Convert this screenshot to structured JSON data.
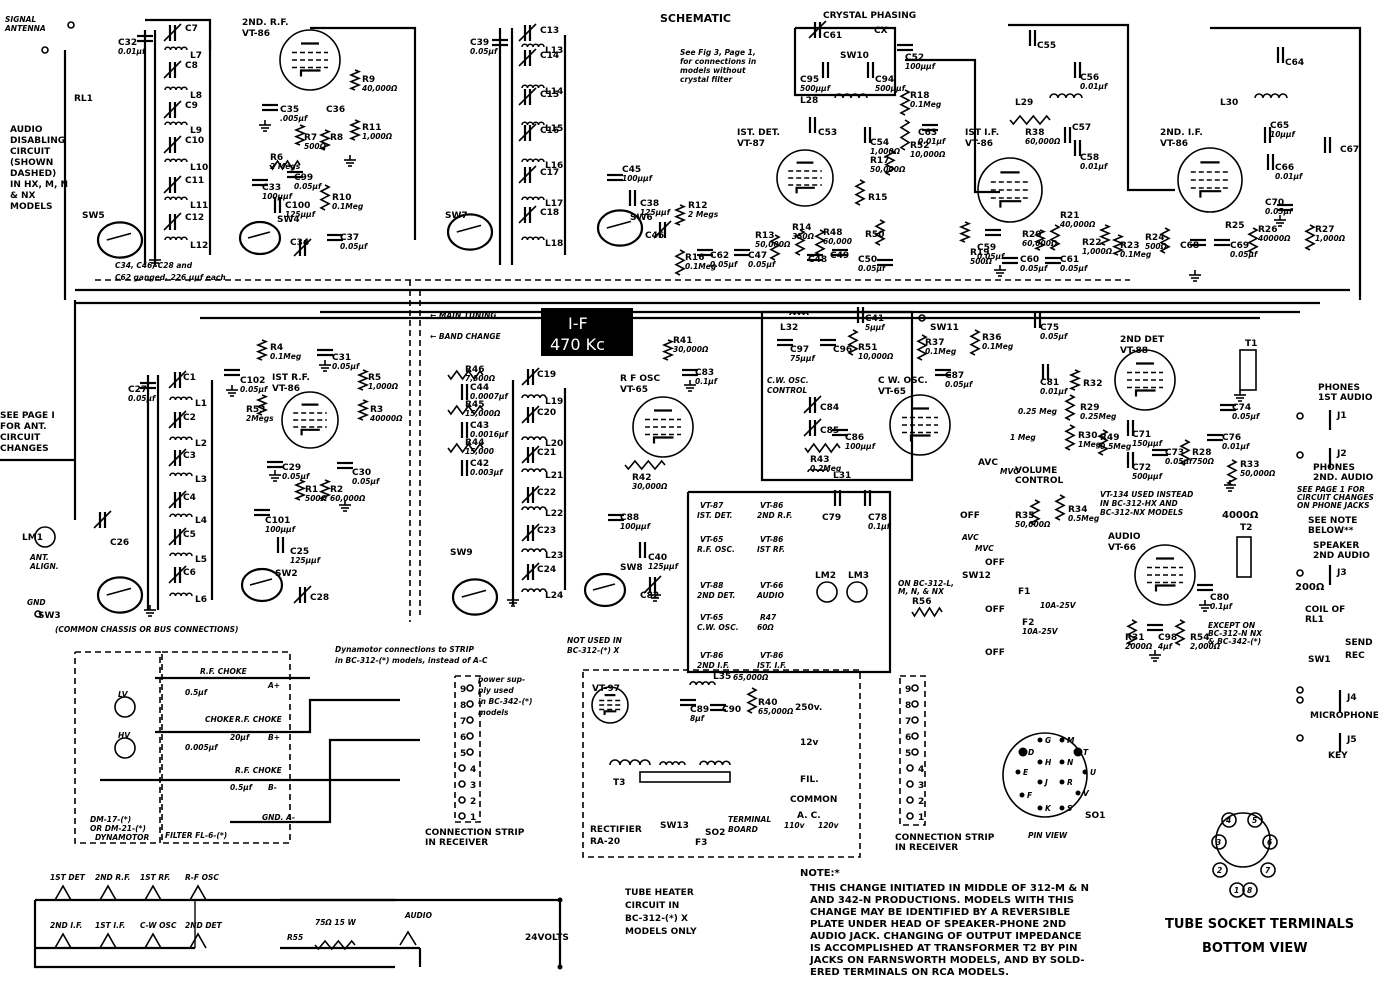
{
  "title": "SCHEMATIC",
  "if_badge": {
    "line1": "I-F",
    "line2": "470 Kc"
  },
  "notes": {
    "antenna": "SIGNAL ANTENNA",
    "audio_disabling": [
      "AUDIO",
      "DISABLING",
      "CIRCUIT",
      "(SHOWN",
      "DASHED)",
      "IN HX, M, N",
      "& NX",
      "MODELS"
    ],
    "ganged": [
      "C34, C46, C28 and",
      "C62 ganged, 226 μμf each"
    ],
    "see_page1_ant": [
      "SEE PAGE I",
      "FOR ANT.",
      "CIRCUIT",
      "CHANGES"
    ],
    "crystal_filter": [
      "See Fig 3, Page 1,",
      "for connections in",
      "models without",
      "crystal filter"
    ],
    "crystal_phasing": "CRYSTAL PHASING",
    "main_tuning": "MAIN TUNING",
    "band_change": "BAND CHANGE",
    "common_chassis": "(COMMON CHASSIS OR BUS CONNECTIONS)",
    "gnd": "GND",
    "ant_align": [
      "ANT.",
      "ALIGN."
    ],
    "not_used": [
      "NOT USED IN",
      "BC-312-(*) X"
    ],
    "dynamotor": [
      "Dynamotor connections to STRIP",
      "in BC-312-(*) models, instead of A-C"
    ],
    "power_supply": [
      "power sup-",
      "ply used",
      "in BC-342-(*)",
      "models"
    ],
    "connection_strip": [
      "CONNECTION STRIP",
      "IN RECEIVER"
    ],
    "pin_view": "PIN VIEW",
    "vt134": [
      "VT-134 USED INSTEAD",
      "IN BC-312-HX AND",
      "BC-312-NX MODELS"
    ],
    "see_page1_phones": [
      "SEE PAGE 1 FOR",
      "CIRCUIT CHANGES",
      "ON PHONE JACKS"
    ],
    "see_note": [
      "SEE NOTE",
      "BELOW**"
    ],
    "except_on": [
      "EXCEPT ON",
      "BC-312-N NX",
      "& BC-342-(*)"
    ],
    "on_bc312": [
      "ON BC-312-L,",
      "M, N, & NX"
    ],
    "volume_control": [
      "VOLUME",
      "CONTROL"
    ],
    "cw_control": [
      "C.W. OSC.",
      "CONTROL"
    ],
    "dm": [
      "DM-17-(*)",
      "OR DM-21-(*)"
    ],
    "dynamotor_label": "DYNAMOTOR",
    "filter_label": "FILTER   FL-6-(*)",
    "rectifier": [
      "RECTIFIER",
      "RA-20"
    ],
    "terminal_board": [
      "TERMINAL",
      "BOARD"
    ],
    "common": "COMMON",
    "fil": "FIL.",
    "v250": "250v.",
    "v12": "12v",
    "ac": "A. C.",
    "v110": "110v",
    "v120": "120v"
  },
  "tubes": [
    {
      "id": "2nd-rf",
      "name": "2ND. R.F.",
      "type": "VT-86"
    },
    {
      "id": "1st-det",
      "name": "IST. DET.",
      "type": "VT-87"
    },
    {
      "id": "1st-if",
      "name": "IST I.F.",
      "type": "VT-86"
    },
    {
      "id": "2nd-if",
      "name": "2ND. I.F.",
      "type": "VT-86"
    },
    {
      "id": "1st-rf",
      "name": "IST R.F.",
      "type": "VT-86"
    },
    {
      "id": "rf-osc",
      "name": "R F OSC",
      "type": "VT-65"
    },
    {
      "id": "cw-osc",
      "name": "C W. OSC.",
      "type": "VT-65"
    },
    {
      "id": "2nd-det",
      "name": "2ND DET",
      "type": "VT-88"
    },
    {
      "id": "audio",
      "name": "AUDIO",
      "type": "VT-66"
    },
    {
      "id": "rect",
      "name": "",
      "type": "VT-97"
    }
  ],
  "heater_chain": {
    "rows": [
      [
        {
          "label": "VT-87",
          "sub": "IST. DET."
        },
        {
          "label": "VT-86",
          "sub": "2ND R.F."
        }
      ],
      [
        {
          "label": "VT-65",
          "sub": "R.F. OSC."
        },
        {
          "label": "VT-86",
          "sub": "IST RF."
        }
      ],
      [
        {
          "label": "VT-88",
          "sub": "2ND DET."
        },
        {
          "label": "VT-66",
          "sub": "AUDIO"
        }
      ],
      [
        {
          "label": "VT-65",
          "sub": "C.W. OSC."
        },
        {
          "label": "R47",
          "sub": "60Ω"
        }
      ],
      [
        {
          "label": "VT-86",
          "sub": "2ND I.F."
        },
        {
          "label": "VT-86",
          "sub": "IST. I.F."
        }
      ]
    ]
  },
  "components": [
    {
      "ref": "C32",
      "value": "0.01μf"
    },
    {
      "ref": "C7"
    },
    {
      "ref": "L7"
    },
    {
      "ref": "C8"
    },
    {
      "ref": "L8"
    },
    {
      "ref": "C9"
    },
    {
      "ref": "L9"
    },
    {
      "ref": "C10"
    },
    {
      "ref": "L10"
    },
    {
      "ref": "C11"
    },
    {
      "ref": "L11"
    },
    {
      "ref": "C12"
    },
    {
      "ref": "L12"
    },
    {
      "ref": "RL1"
    },
    {
      "ref": "SW5"
    },
    {
      "ref": "SW4"
    },
    {
      "ref": "C35",
      "value": ".005μf"
    },
    {
      "ref": "C36"
    },
    {
      "ref": "R7",
      "value": "500Ω"
    },
    {
      "ref": "R8"
    },
    {
      "ref": "R9",
      "value": "40,000Ω"
    },
    {
      "ref": "R11",
      "value": "1,000Ω"
    },
    {
      "ref": "R6",
      "value": "2 Megs"
    },
    {
      "ref": "C99",
      "value": "0.05μf"
    },
    {
      "ref": "C33",
      "value": "100μμf"
    },
    {
      "ref": "C100",
      "value": "125μμf"
    },
    {
      "ref": "R10",
      "value": "0.1Meg"
    },
    {
      "ref": "C34"
    },
    {
      "ref": "C37",
      "value": "0.05μf"
    },
    {
      "ref": "C39",
      "value": "0.05μf"
    },
    {
      "ref": "C13"
    },
    {
      "ref": "L13"
    },
    {
      "ref": "C14"
    },
    {
      "ref": "L14"
    },
    {
      "ref": "C15"
    },
    {
      "ref": "L15"
    },
    {
      "ref": "C16"
    },
    {
      "ref": "L16"
    },
    {
      "ref": "C17"
    },
    {
      "ref": "L17"
    },
    {
      "ref": "C18"
    },
    {
      "ref": "L18"
    },
    {
      "ref": "SW7"
    },
    {
      "ref": "SW6"
    },
    {
      "ref": "C45",
      "value": "100μμf"
    },
    {
      "ref": "C38",
      "value": "125μμf"
    },
    {
      "ref": "C46"
    },
    {
      "ref": "R12",
      "value": "2 Megs"
    },
    {
      "ref": "R16",
      "value": "0.1Meg"
    },
    {
      "ref": "C62",
      "value": "0.05μf"
    },
    {
      "ref": "C47",
      "value": "0.05μf"
    },
    {
      "ref": "R13",
      "value": "50,000Ω"
    },
    {
      "ref": "R14",
      "value": "350Ω"
    },
    {
      "ref": "C48"
    },
    {
      "ref": "R48",
      "value": "60,000"
    },
    {
      "ref": "C49"
    },
    {
      "ref": "R15"
    },
    {
      "ref": "R50"
    },
    {
      "ref": "C50",
      "value": "0.05μf"
    },
    {
      "ref": "R17",
      "value": "50,000Ω"
    },
    {
      "ref": "C53"
    },
    {
      "ref": "C54",
      "value": "1,000Ω"
    },
    {
      "ref": "C61"
    },
    {
      "ref": "CX"
    },
    {
      "ref": "SW10"
    },
    {
      "ref": "C95",
      "value": "500μμf"
    },
    {
      "ref": "C94",
      "value": "500μμf"
    },
    {
      "ref": "L28"
    },
    {
      "ref": "C52",
      "value": "100μμf"
    },
    {
      "ref": "R18",
      "value": "0.1Meg"
    },
    {
      "ref": "C63",
      "value": "0.01μf"
    },
    {
      "ref": "R52",
      "value": "10,000Ω"
    },
    {
      "ref": "C55"
    },
    {
      "ref": "C56",
      "value": "0.01μf"
    },
    {
      "ref": "L29"
    },
    {
      "ref": "R38",
      "value": "60,000Ω"
    },
    {
      "ref": "C57"
    },
    {
      "ref": "C58",
      "value": "0.01μf"
    },
    {
      "ref": "R19",
      "value": "500Ω"
    },
    {
      "ref": "C59",
      "value": "0.05μf"
    },
    {
      "ref": "R20",
      "value": "60,000Ω"
    },
    {
      "ref": "C60",
      "value": "0.05μf"
    },
    {
      "ref": "R21",
      "value": "40,000Ω"
    },
    {
      "ref": "C61b",
      "value": "0.05μf"
    },
    {
      "ref": "R22",
      "value": "1,000Ω"
    },
    {
      "ref": "R23",
      "value": "0.1Meg"
    },
    {
      "ref": "C64"
    },
    {
      "ref": "L30"
    },
    {
      "ref": "C65",
      "value": "10μμf"
    },
    {
      "ref": "C67"
    },
    {
      "ref": "C66",
      "value": "0.01μf"
    },
    {
      "ref": "C70",
      "value": "0.05μf"
    },
    {
      "ref": "R24",
      "value": "500Ω"
    },
    {
      "ref": "C68"
    },
    {
      "ref": "C69",
      "value": "0.05μf"
    },
    {
      "ref": "R25"
    },
    {
      "ref": "R26",
      "value": "40000Ω"
    },
    {
      "ref": "R27",
      "value": "1,000Ω"
    },
    {
      "ref": "C27",
      "value": "0.05μf"
    },
    {
      "ref": "C1"
    },
    {
      "ref": "L1"
    },
    {
      "ref": "C2"
    },
    {
      "ref": "L2"
    },
    {
      "ref": "C3"
    },
    {
      "ref": "L3"
    },
    {
      "ref": "C4"
    },
    {
      "ref": "L4"
    },
    {
      "ref": "C5"
    },
    {
      "ref": "L5"
    },
    {
      "ref": "C6"
    },
    {
      "ref": "L6"
    },
    {
      "ref": "C26"
    },
    {
      "ref": "LM1"
    },
    {
      "ref": "SW3"
    },
    {
      "ref": "SW2"
    },
    {
      "ref": "R4",
      "value": "0.1Meg"
    },
    {
      "ref": "C102",
      "value": "0.05μf"
    },
    {
      "ref": "R53",
      "value": "2Megs"
    },
    {
      "ref": "C31",
      "value": "0.05μf"
    },
    {
      "ref": "R5",
      "value": "1,000Ω"
    },
    {
      "ref": "R3",
      "value": "40000Ω"
    },
    {
      "ref": "C29",
      "value": "0.05μf"
    },
    {
      "ref": "R1",
      "value": "500Ω"
    },
    {
      "ref": "R2",
      "value": "60,000Ω"
    },
    {
      "ref": "C30",
      "value": "0.05μf"
    },
    {
      "ref": "C101",
      "value": "100μμf"
    },
    {
      "ref": "C25",
      "value": "125μμf"
    },
    {
      "ref": "C28"
    },
    {
      "ref": "R46",
      "value": "7,500Ω"
    },
    {
      "ref": "C44",
      "value": "0.0007μf"
    },
    {
      "ref": "R45",
      "value": "15,000Ω"
    },
    {
      "ref": "C43",
      "value": "0.0016μf"
    },
    {
      "ref": "R44",
      "value": "15,000"
    },
    {
      "ref": "C42",
      "value": "0.003μf"
    },
    {
      "ref": "C19"
    },
    {
      "ref": "L19"
    },
    {
      "ref": "C20"
    },
    {
      "ref": "L20"
    },
    {
      "ref": "C21"
    },
    {
      "ref": "L21"
    },
    {
      "ref": "C22"
    },
    {
      "ref": "L22"
    },
    {
      "ref": "C23"
    },
    {
      "ref": "L23"
    },
    {
      "ref": "C24"
    },
    {
      "ref": "L24"
    },
    {
      "ref": "SW9"
    },
    {
      "ref": "SW8"
    },
    {
      "ref": "R41",
      "value": "30,000Ω"
    },
    {
      "ref": "C83",
      "value": "0.1μf"
    },
    {
      "ref": "R42",
      "value": "30,000Ω"
    },
    {
      "ref": "C88",
      "value": "100μμf"
    },
    {
      "ref": "C40",
      "value": "125μμf"
    },
    {
      "ref": "C82"
    },
    {
      "ref": "L32"
    },
    {
      "ref": "C97",
      "value": "75μμf"
    },
    {
      "ref": "C96"
    },
    {
      "ref": "C41",
      "value": "5μμf"
    },
    {
      "ref": "R51",
      "value": "10,000Ω"
    },
    {
      "ref": "SW11"
    },
    {
      "ref": "R37",
      "value": "0.1Meg"
    },
    {
      "ref": "C87",
      "value": "0.05μf"
    },
    {
      "ref": "C84"
    },
    {
      "ref": "C85"
    },
    {
      "ref": "C86",
      "value": "100μμf"
    },
    {
      "ref": "R43",
      "value": "0.2Meg"
    },
    {
      "ref": "L31"
    },
    {
      "ref": "R36",
      "value": "0.1Meg"
    },
    {
      "ref": "C75",
      "value": "0.05μf"
    },
    {
      "ref": "C81",
      "value": "0.01μf"
    },
    {
      "ref": "R32"
    },
    {
      "ref": "R29",
      "value": "0.25Meg"
    },
    {
      "ref": "R30",
      "value": "1Meg"
    },
    {
      "ref": "R49",
      "value": "0.5Meg"
    },
    {
      "ref": "C71",
      "value": "150μμf"
    },
    {
      "ref": "C72",
      "value": "500μμf"
    },
    {
      "ref": "C73",
      "value": "0.05μf"
    },
    {
      "ref": "R28",
      "value": "750Ω"
    },
    {
      "ref": "C76",
      "value": "0.01μf"
    },
    {
      "ref": "R33",
      "value": "50,000Ω"
    },
    {
      "ref": "T1"
    },
    {
      "ref": "C74",
      "value": "0.05μf"
    },
    {
      "ref": "R35",
      "value": "50,000Ω"
    },
    {
      "ref": "R34",
      "value": "0.5Meg"
    },
    {
      "ref": "SW12"
    },
    {
      "ref": "T2"
    },
    {
      "ref": "C80",
      "value": "0.1μf"
    },
    {
      "ref": "C98",
      "value": "4μf"
    },
    {
      "ref": "R31",
      "value": "2000Ω"
    },
    {
      "ref": "R54",
      "value": "2,000Ω"
    },
    {
      "ref": "C79"
    },
    {
      "ref": "C78",
      "value": "0.1μf"
    },
    {
      "ref": "LM2"
    },
    {
      "ref": "LM3"
    },
    {
      "ref": "R56"
    },
    {
      "ref": "F1"
    },
    {
      "ref": "F2",
      "value": "10A-25V"
    },
    {
      "ref": "L35"
    },
    {
      "ref": "C89",
      "value": "8μf"
    },
    {
      "ref": "C90"
    },
    {
      "ref": "R40",
      "value": "65,000Ω"
    },
    {
      "ref": "T3"
    },
    {
      "ref": "SW13"
    },
    {
      "ref": "SO2"
    },
    {
      "ref": "F3"
    },
    {
      "ref": "SO1"
    },
    {
      "ref": "J1"
    },
    {
      "ref": "J2"
    },
    {
      "ref": "J3"
    },
    {
      "ref": "J4"
    },
    {
      "ref": "J5"
    },
    {
      "ref": "SW1"
    }
  ],
  "jacks": {
    "phones_1st": [
      "PHONES",
      "1ST AUDIO"
    ],
    "phones_2nd": [
      "PHONES",
      "2ND. AUDIO"
    ],
    "speaker": [
      "SPEAKER",
      "2ND AUDIO"
    ],
    "microphone": "MICROPHONE",
    "key": "KEY",
    "imp_4000": "4000Ω",
    "imp_200": "200Ω",
    "coil": [
      "COIL OF",
      "RL1"
    ],
    "send": "SEND",
    "rec": "REC",
    "avc": "AVC",
    "mvc": "MVC",
    "off": "OFF"
  },
  "dynamotor": {
    "lv": "LV",
    "hv": "HV",
    "rf_choke": "R.F. CHOKE",
    "choke": "CHOKE",
    "c1": "0.5μf",
    "c2": "0.005μf",
    "c3": "20μf",
    "c4": "0.5μf",
    "a_plus": "A+",
    "b_plus": "B+",
    "b_minus": "B-",
    "gnd_a": "GND. A-"
  },
  "strip_pins": [
    "9",
    "8",
    "7",
    "6",
    "5",
    "4",
    "3",
    "2",
    "1"
  ],
  "so1_pins": [
    "D",
    "G",
    "M",
    "T",
    "H",
    "N",
    "E",
    "U",
    "J",
    "R",
    "F",
    "V",
    "K",
    "S"
  ],
  "heater_circuit": {
    "top": [
      "1ST DET",
      "2ND R.F.",
      "1ST RF.",
      "R-F OSC"
    ],
    "bottom": [
      "2ND I.F.",
      "1ST I.F.",
      "C-W OSC",
      "2ND DET"
    ],
    "r55": "R55",
    "r55_value": "75Ω  15 W",
    "audio": "AUDIO",
    "volts": "24VOLTS",
    "caption": [
      "TUBE HEATER",
      "CIRCUIT IN",
      "BC-312-(*) X",
      "MODELS ONLY"
    ]
  },
  "footnote": {
    "heading": "NOTE:*",
    "lines": [
      "THIS CHANGE INITIATED IN MIDDLE OF 312-M & N",
      "AND 342-N PRODUCTIONS. MODELS WITH THIS",
      "CHANGE MAY BE IDENTIFIED BY A REVERSIBLE",
      "PLATE UNDER HEAD OF SPEAKER-PHONE 2ND",
      "AUDIO JACK. CHANGING OF OUTPUT IMPEDANCE",
      "IS ACCOMPLISHED AT TRANSFORMER T2 BY PIN",
      "JACKS ON FARNSWORTH MODELS, AND BY SOLD-",
      "ERED TERMINALS ON RCA MODELS."
    ]
  },
  "socket": {
    "pins": [
      "1",
      "2",
      "3",
      "4",
      "5",
      "6",
      "7",
      "8"
    ],
    "title": "TUBE SOCKET TERMINALS",
    "subtitle": "BOTTOM VIEW"
  }
}
